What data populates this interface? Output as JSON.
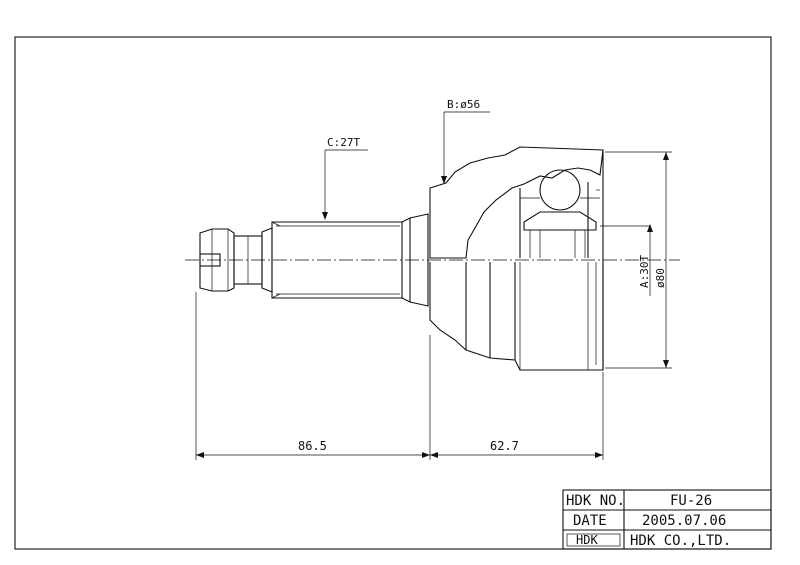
{
  "drawing": {
    "labels": {
      "spline_c": "C:27T",
      "diameter_b": "B:ø56",
      "spline_a": "A:30T",
      "diameter_outer": "ø80"
    },
    "dimensions": {
      "length_shaft": "86.5",
      "length_housing": "62.7"
    }
  },
  "title_block": {
    "part_label": "HDK NO.",
    "part_value": "FU-26",
    "date_label": "DATE",
    "date_value": "2005.07.06",
    "logo_text": "HDK",
    "company": "HDK CO.,LTD."
  }
}
